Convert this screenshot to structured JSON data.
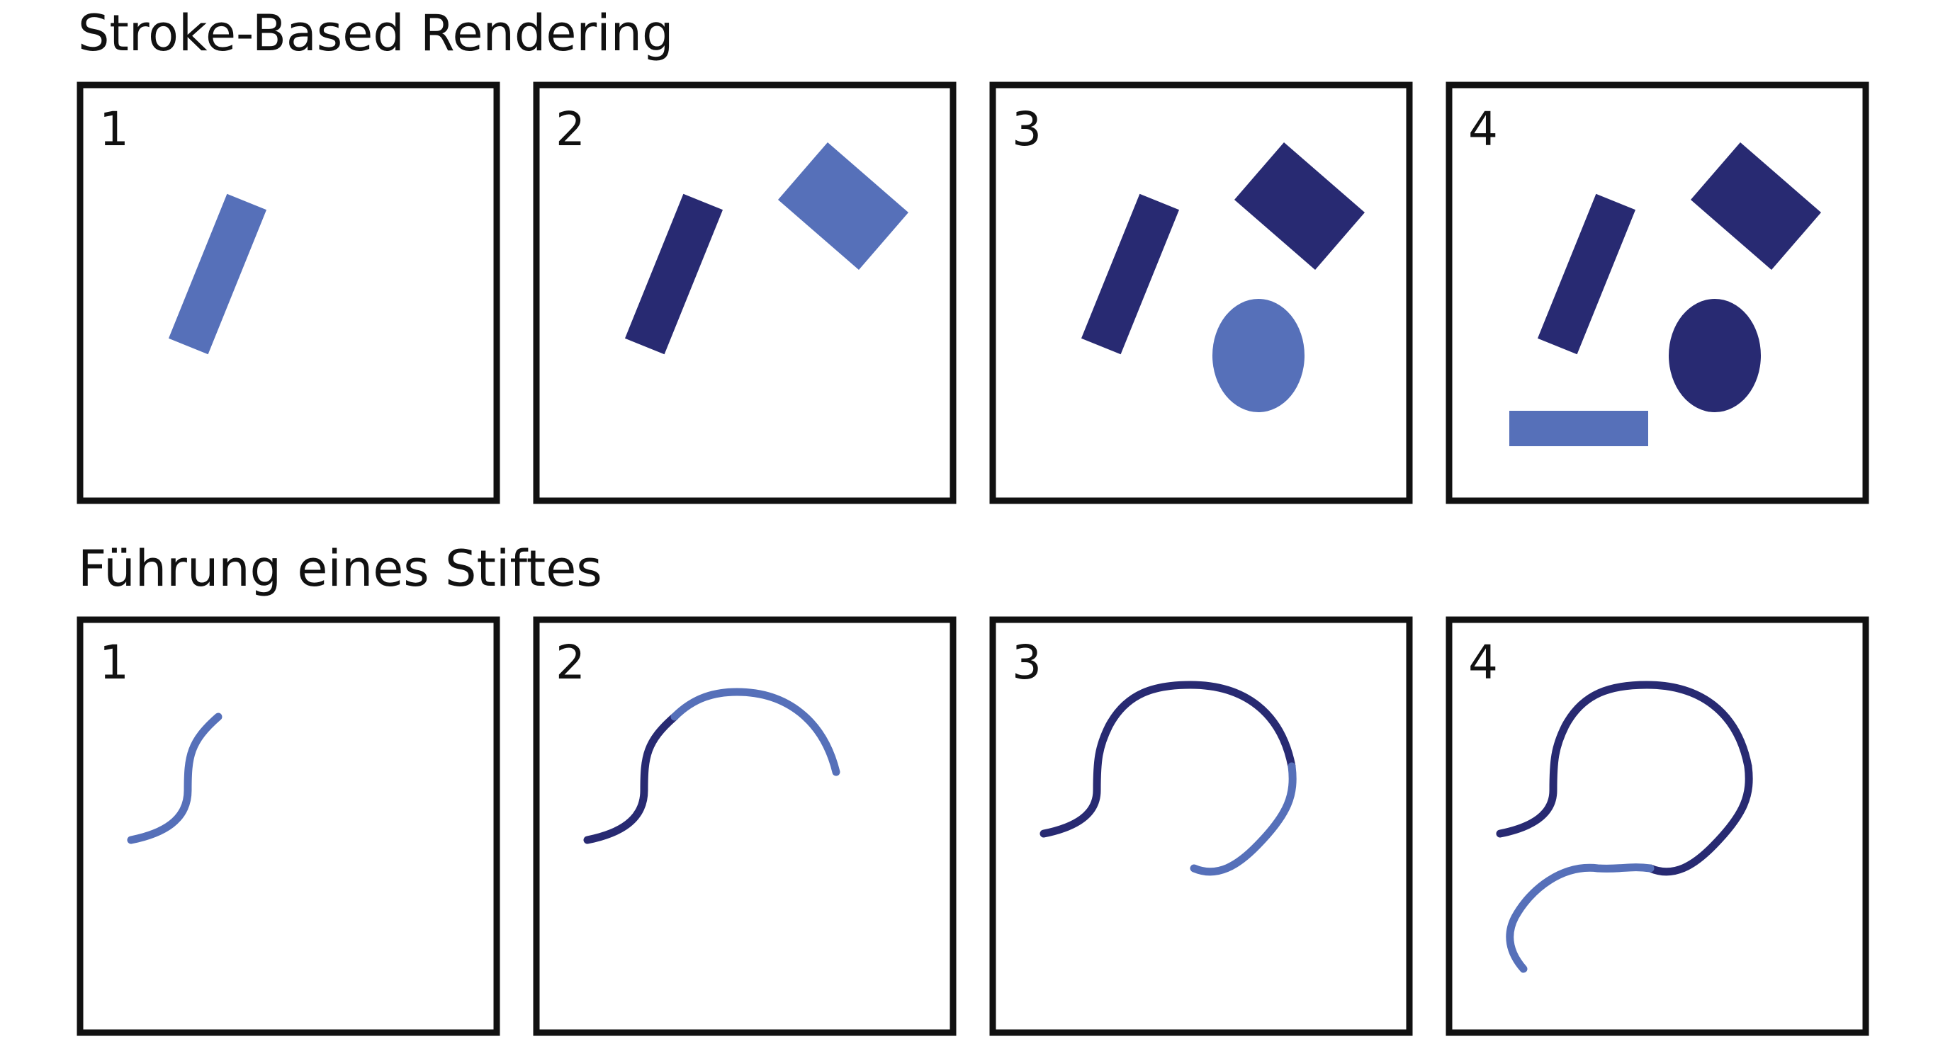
{
  "sections": {
    "stroke_based": {
      "title": "Stroke-Based Rendering",
      "panels": [
        {
          "label": "1"
        },
        {
          "label": "2"
        },
        {
          "label": "3"
        },
        {
          "label": "4"
        }
      ]
    },
    "pen_guidance": {
      "title": "Führung eines Stiftes",
      "panels": [
        {
          "label": "1"
        },
        {
          "label": "2"
        },
        {
          "label": "3"
        },
        {
          "label": "4"
        }
      ]
    }
  },
  "colors": {
    "new_stroke": "#5670b9",
    "finished_stroke": "#282a72",
    "frame": "#111111"
  }
}
